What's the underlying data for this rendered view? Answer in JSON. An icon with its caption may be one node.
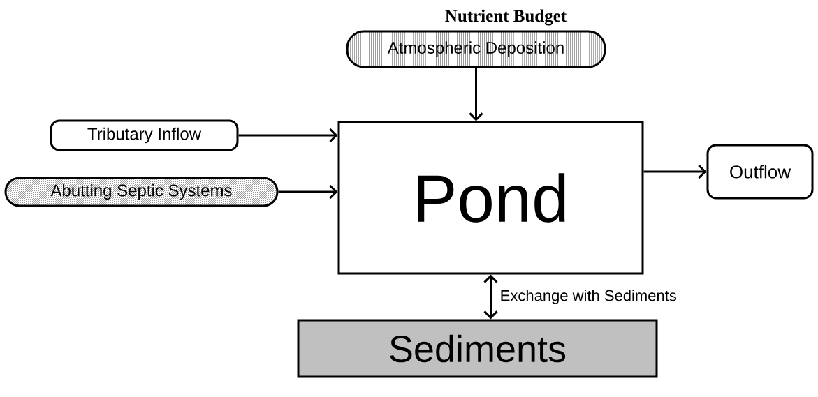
{
  "diagram": {
    "title": "Nutrient Budget",
    "nodes": [
      {
        "text": [
          "Pond"
        ]
      },
      {
        "text": [
          "Atmospheric Deposition"
        ]
      },
      {
        "text": [
          "Tributary Inflow"
        ]
      },
      {
        "text": [
          "Abutting Septic Systems"
        ]
      },
      {
        "text": [
          "Outflow"
        ]
      },
      {
        "text": [
          "Sediments"
        ]
      }
    ],
    "edges": [
      {
        "from": 1,
        "to": 0,
        "arrow": "to"
      },
      {
        "from": 2,
        "to": 0,
        "arrow": "to"
      },
      {
        "from": 3,
        "to": 0,
        "arrow": "to"
      },
      {
        "from": 0,
        "to": 4,
        "arrow": "to"
      },
      {
        "from": 0,
        "to": 5,
        "arrow": "both",
        "label": "Exchange with Sediments"
      }
    ]
  }
}
